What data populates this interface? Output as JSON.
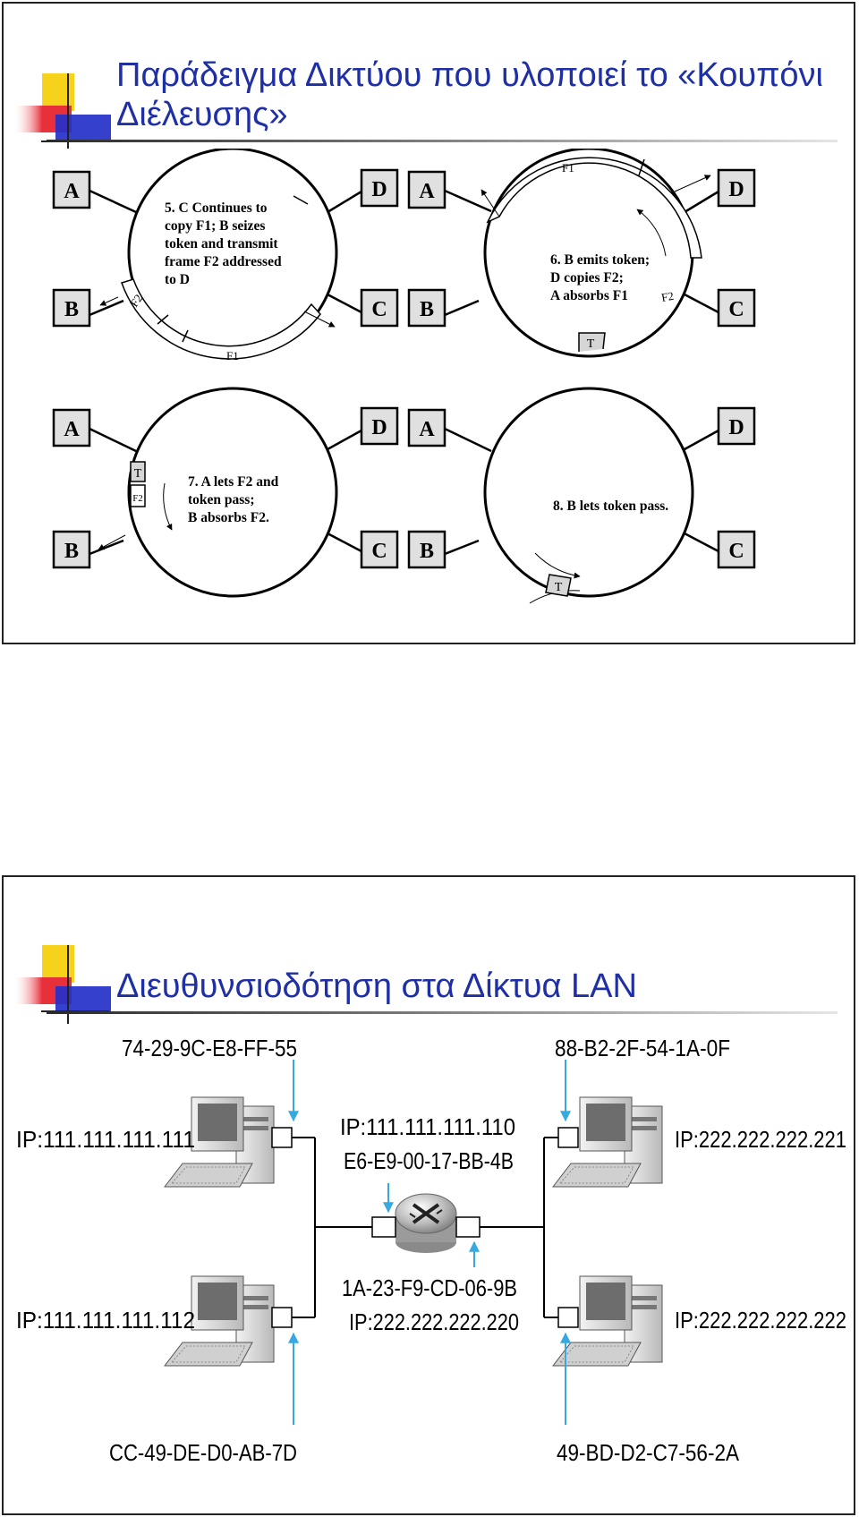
{
  "slide1": {
    "title_line1": "Παράδειγμα Δικτύου που υλοποιεί το «Κουπόνι",
    "title_line2": "Διέλευσης»",
    "nodes": {
      "a": "A",
      "b": "B",
      "c": "C",
      "d": "D"
    },
    "frames": {
      "f1": "F1",
      "f2": "F2",
      "token": "T"
    },
    "steps": {
      "step5": [
        "5. C Continues to",
        "copy F1; B seizes",
        "token and transmit",
        "frame F2 addressed",
        "to D"
      ],
      "step6": [
        "6. B emits token;",
        "D copies F2;",
        "A absorbs F1"
      ],
      "step7": [
        "7. A lets F2 and",
        "token pass;",
        "B absorbs F2."
      ],
      "step8": [
        "8. B lets token pass."
      ]
    }
  },
  "slide2": {
    "title": "Διευθυνσιοδότηση στα Δίκτυα LAN",
    "hosts": {
      "top_left": {
        "mac": "74-29-9C-E8-FF-55",
        "ip": "IP:111.111.111.111"
      },
      "bottom_left": {
        "mac": "CC-49-DE-D0-AB-7D",
        "ip": "IP:111.111.111.112"
      },
      "top_right": {
        "mac": "88-B2-2F-54-1A-0F",
        "ip": "IP:222.222.222.221"
      },
      "bottom_right": {
        "mac": "49-BD-D2-C7-56-2A",
        "ip": "IP:222.222.222.222"
      }
    },
    "router": {
      "left_ip": "IP:111.111.111.110",
      "left_mac": "E6-E9-00-17-BB-4B",
      "right_mac": "1A-23-F9-CD-06-9B",
      "right_ip": "IP:222.222.222.220"
    }
  },
  "colors": {
    "title": "#1f2fa6",
    "arrow": "#35a9e0",
    "logo_yellow": "#f6d21b",
    "logo_red": "#e8303a",
    "logo_blue": "#2430c8"
  }
}
